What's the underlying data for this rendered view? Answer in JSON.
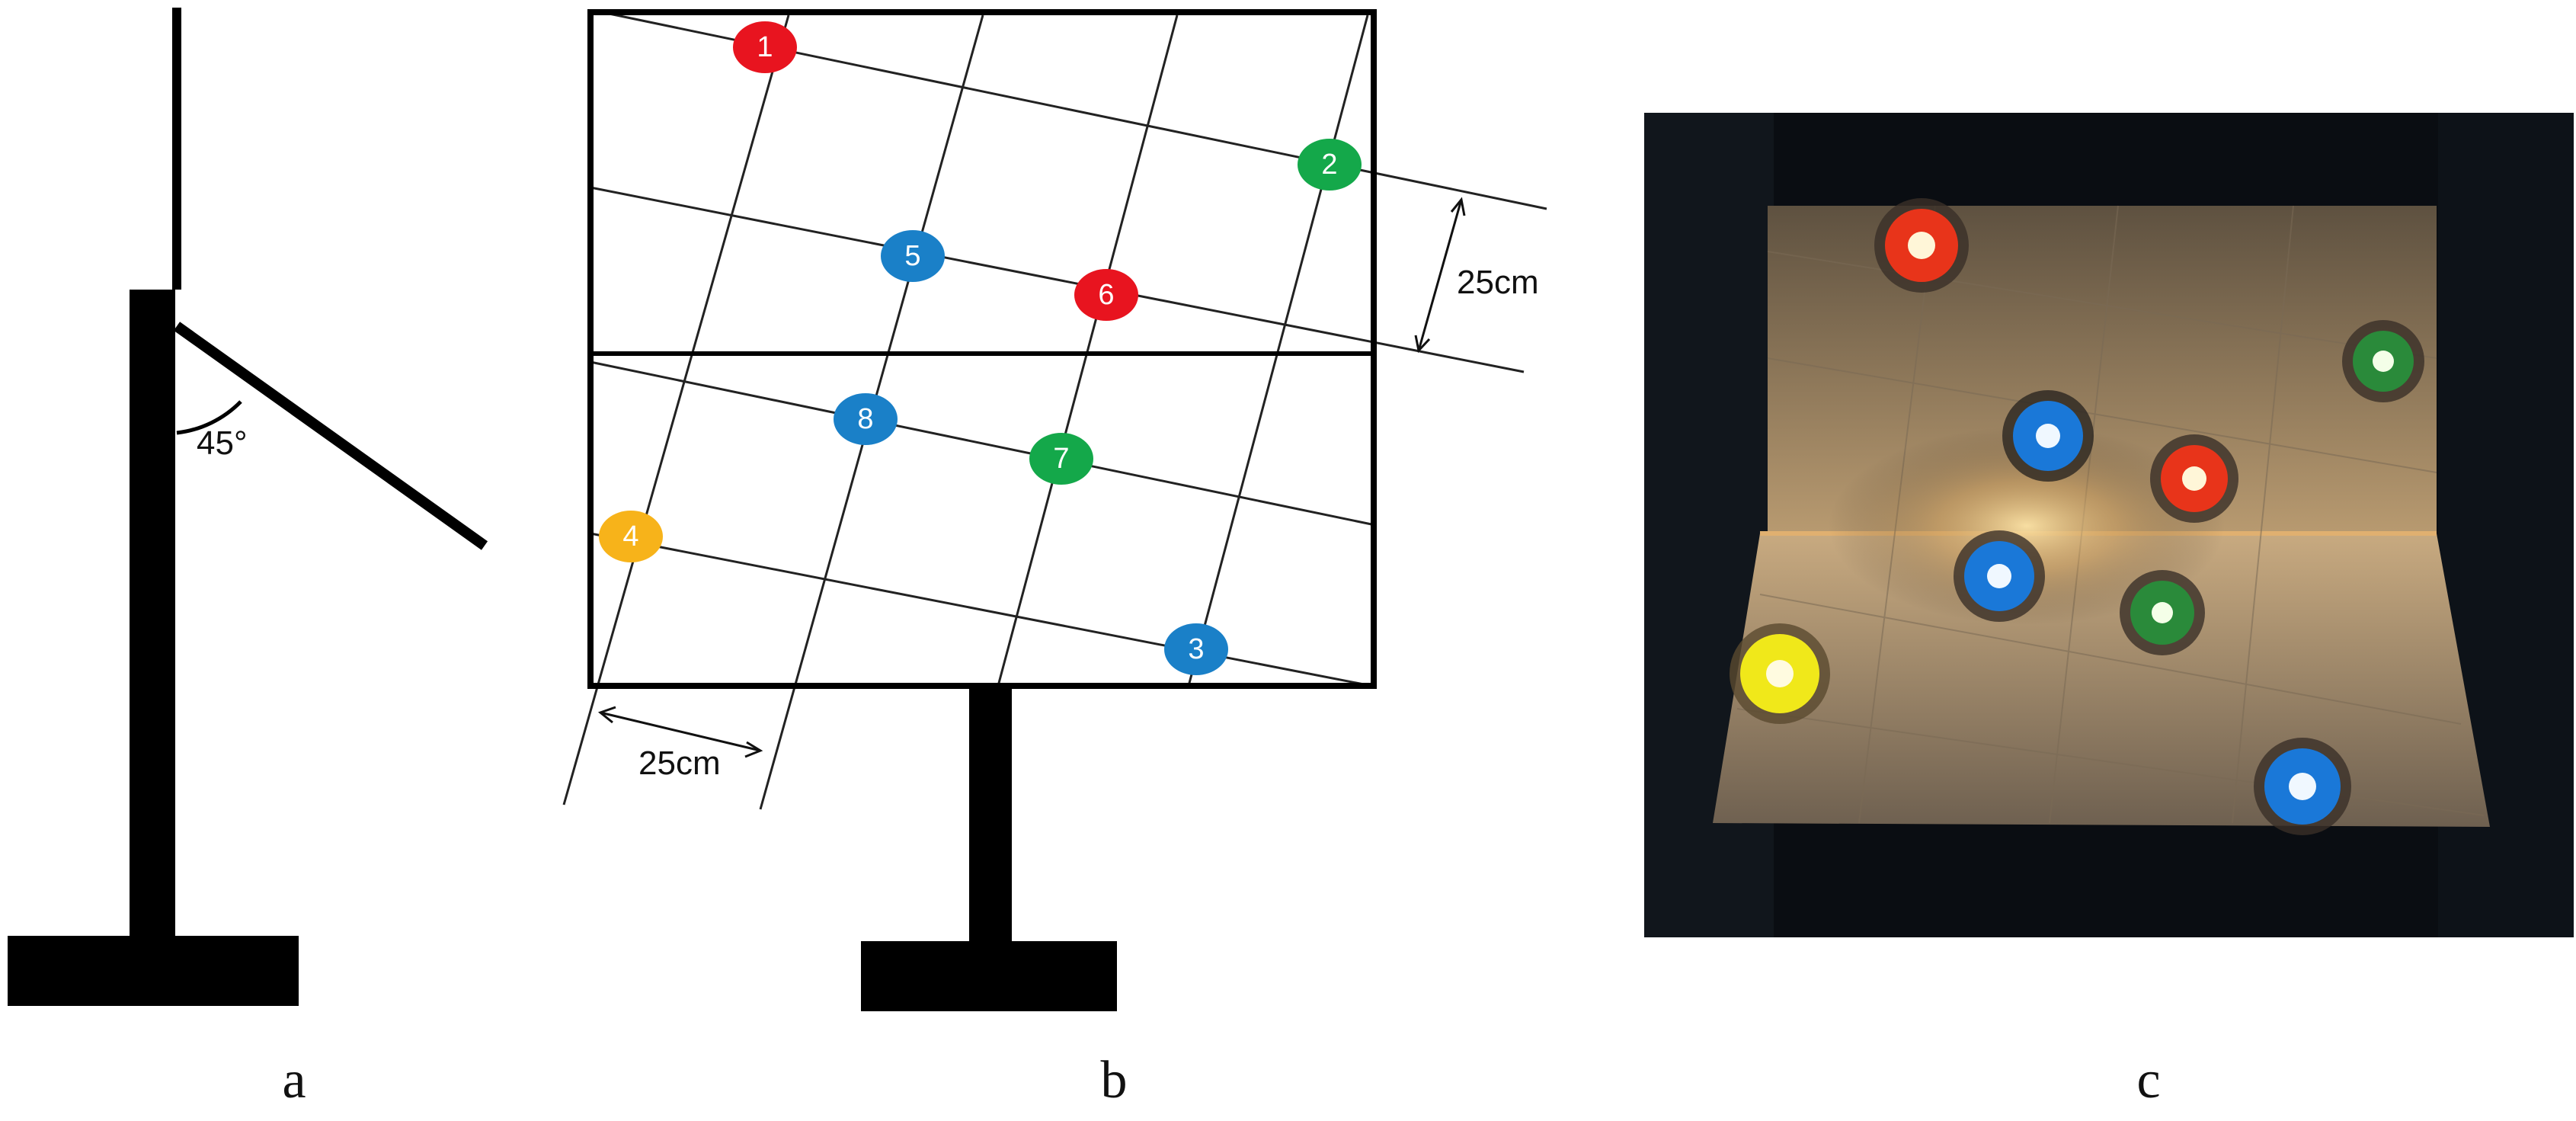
{
  "panel_a": {
    "angle_label": "45°",
    "caption": "a"
  },
  "panel_b": {
    "dim_vertical": "25cm",
    "dim_horizontal": "25cm",
    "caption": "b",
    "markers": [
      {
        "label": "1",
        "color": "#e8141f"
      },
      {
        "label": "2",
        "color": "#14a84a"
      },
      {
        "label": "3",
        "color": "#1a80c8"
      },
      {
        "label": "4",
        "color": "#f7b31a"
      },
      {
        "label": "5",
        "color": "#1a80c8"
      },
      {
        "label": "6",
        "color": "#e8141f"
      },
      {
        "label": "7",
        "color": "#14a84a"
      },
      {
        "label": "8",
        "color": "#1a80c8"
      }
    ]
  },
  "panel_c": {
    "caption": "c",
    "lamps": [
      {
        "color": "#e8341a"
      },
      {
        "color": "#2a8a3a"
      },
      {
        "color": "#1a78d8"
      },
      {
        "color": "#e8341a"
      },
      {
        "color": "#1a78d8"
      },
      {
        "color": "#2a8a3a"
      },
      {
        "color": "#f0e81a"
      },
      {
        "color": "#1a78d8"
      }
    ]
  }
}
